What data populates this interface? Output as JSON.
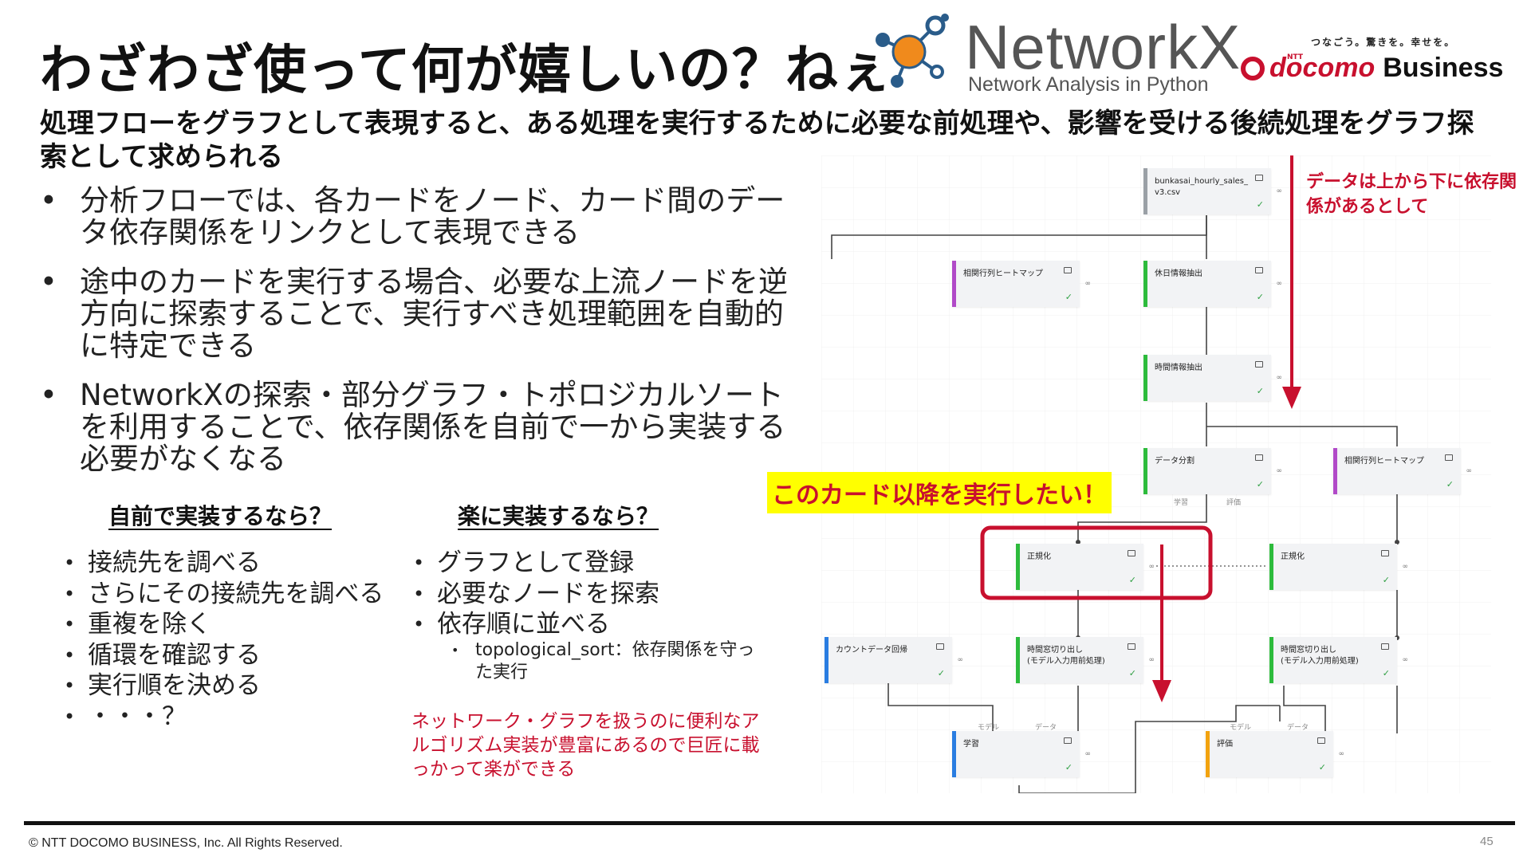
{
  "slide": {
    "title": "わざわざ使って何が嬉しいの？ねぇ",
    "subtitle": "処理フローをグラフとして表現すると、ある処理を実行するために必要な前処理や、影響を受ける後続処理をグラフ探索として求められる",
    "page_number": "45",
    "copyright": "© NTT DOCOMO BUSINESS, Inc. All Rights Reserved."
  },
  "logos": {
    "networkx": {
      "name": "NetworkX",
      "tagline": "Network Analysis in Python"
    },
    "docomo": {
      "tagline": "つなごう。驚きを。幸せを。",
      "ntt": "NTT",
      "word": "docomo",
      "business": "Business"
    }
  },
  "bullets": [
    "分析フローでは、各カードをノード、カード間のデータ依存関係をリンクとして表現できる",
    "途中のカードを実行する場合、必要な上流ノードを逆方向に探索することで、実行すべき処理範囲を自動的に特定できる",
    "NetworkXの探索・部分グラフ・トポロジカルソートを利用することで、依存関係を自前で一から実装する必要がなくなる"
  ],
  "comparison": {
    "left": {
      "heading": "自前で実装するなら？",
      "items": [
        "接続先を調べる",
        "さらにその接続先を調べる",
        "重複を除く",
        "循環を確認する",
        "実行順を決める",
        "・・・？"
      ]
    },
    "right": {
      "heading": "楽に実装するなら？",
      "items": [
        "グラフとして登録",
        "必要なノードを探索",
        "依存順に並べる"
      ],
      "nested": [
        "topological_sort：依存関係を守った実行"
      ],
      "note": "ネットワーク・グラフを扱うのに便利なアルゴリズム実装が豊富にあるので巨匠に載っかって楽ができる"
    }
  },
  "diagram": {
    "arrow_note": "データは上から下に依存関係があるとして",
    "highlight_note": "このカード以降を実行したい！",
    "edge_labels": {
      "train": "学習",
      "eval": "評価",
      "model": "モデル",
      "data": "データ"
    },
    "cards": {
      "csv": "bunkasai_hourly_sales_v3.csv",
      "heatmap1": "相関行列ヒートマップ",
      "holiday": "休日情報抽出",
      "time": "時間情報抽出",
      "split": "データ分割",
      "heatmap2": "相関行列ヒートマップ",
      "norm1": "正規化",
      "norm2": "正規化",
      "count": "カウントデータ回帰",
      "window1": "時間窓切り出し\n(モデル入力用前処理)",
      "window2": "時間窓切り出し\n(モデル入力用前処理)",
      "learn": "学習",
      "evaluate": "評価"
    },
    "colors": {
      "accent_red": "#c8102e",
      "highlight_yellow": "#ffff00",
      "ok_green": "#2e9f42"
    }
  }
}
